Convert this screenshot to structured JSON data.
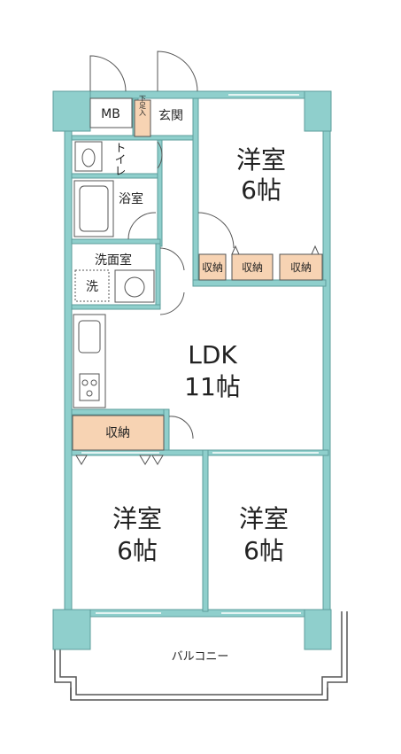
{
  "colors": {
    "wall": "#8fcfcc",
    "wall_stroke": "#5e9e9b",
    "storage": "#f7d3b3",
    "floor": "#ffffff",
    "line": "#555555"
  },
  "rooms": {
    "mb": "MB",
    "shoe_storage": "下足入",
    "entrance": "玄関",
    "toilet": "トイレ",
    "bath": "浴室",
    "washroom": "洗面室",
    "washer": "洗",
    "storage_1": "収納",
    "storage_2": "収納",
    "storage_3": "収納",
    "storage_4": "収納",
    "ldk_name": "LDK",
    "ldk_size": "11帖",
    "room_ne_name": "洋室",
    "room_ne_size": "6帖",
    "room_sw_name": "洋室",
    "room_sw_size": "6帖",
    "room_se_name": "洋室",
    "room_se_size": "6帖",
    "balcony": "バルコニー"
  }
}
